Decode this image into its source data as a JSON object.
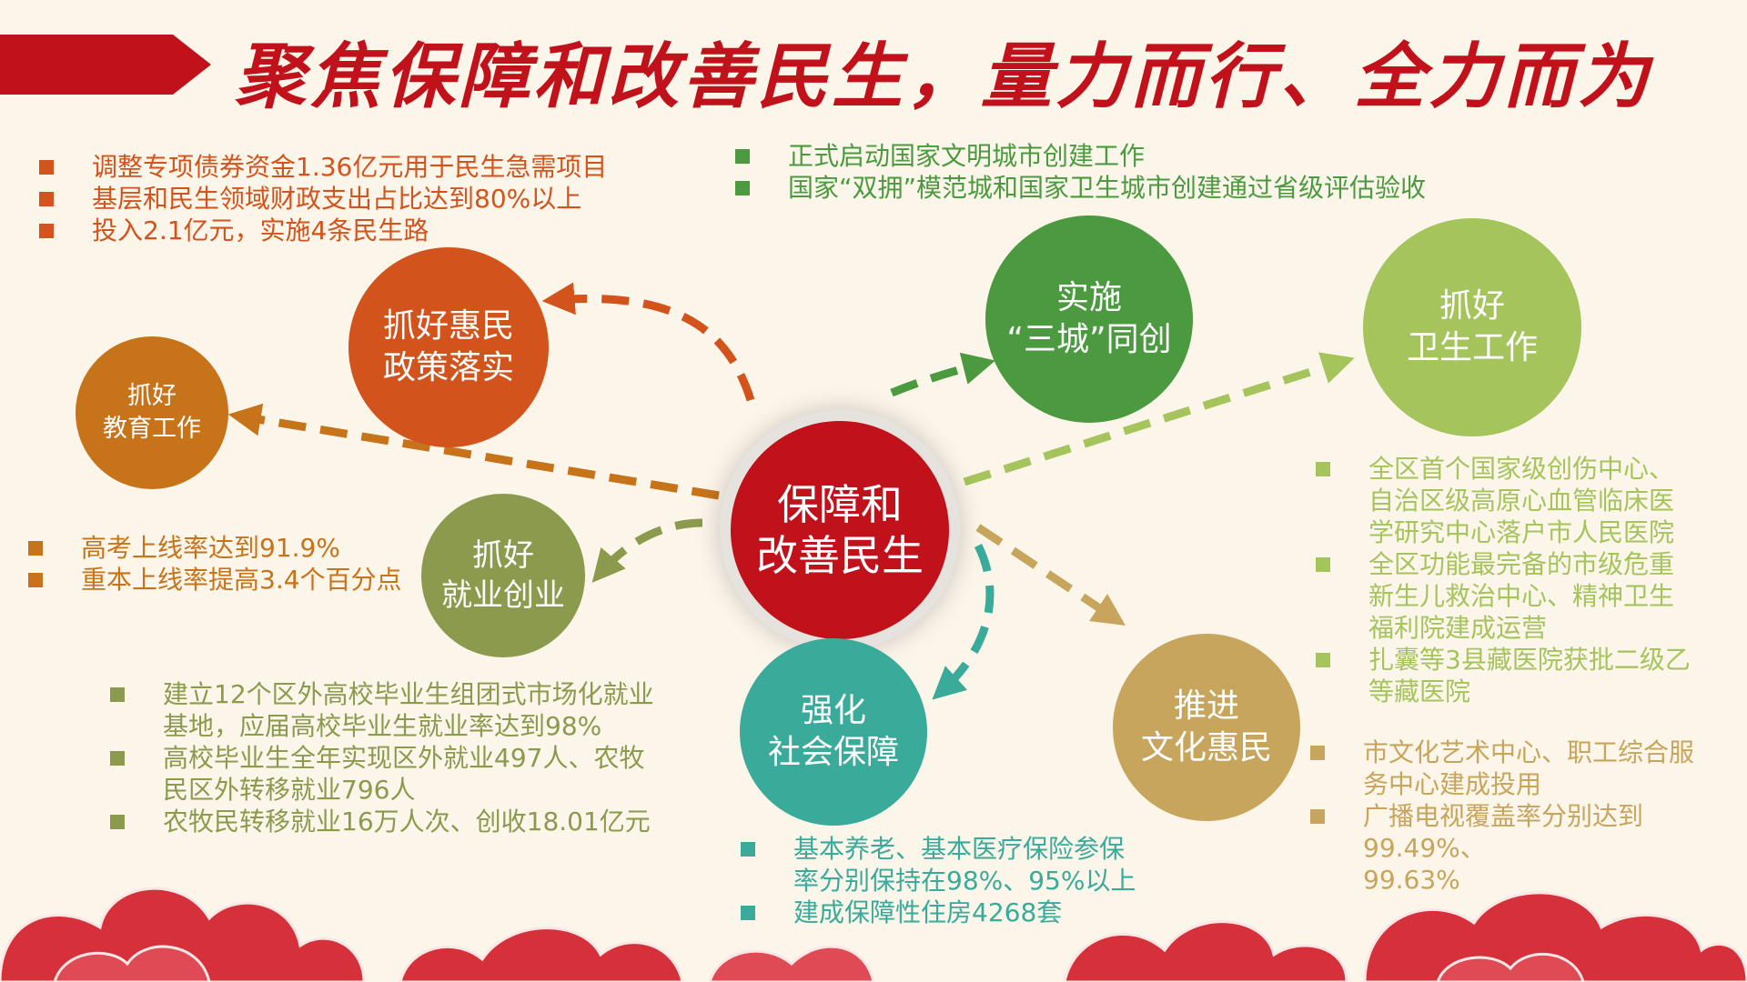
{
  "title": "聚焦保障和改善民生，量力而行、全力而为",
  "colors": {
    "title_red": "#c1121b",
    "orange": "#d2541c",
    "brown_orange": "#c7731a",
    "olive": "#8b9a4d",
    "dark_green": "#4b9a3f",
    "light_green": "#a5c45c",
    "teal": "#3aaa9a",
    "tan": "#c8a55c",
    "center_red": "#c1121b"
  },
  "center": {
    "label": "保障和\n改善民生"
  },
  "nodes": {
    "policy": {
      "label": "抓好惠民\n政策落实"
    },
    "education": {
      "label": "抓好\n教育工作"
    },
    "employment": {
      "label": "抓好\n就业创业"
    },
    "three_cities": {
      "label": "实施\n“三城”同创"
    },
    "health": {
      "label": "抓好\n卫生工作"
    },
    "social_security": {
      "label": "强化\n社会保障"
    },
    "culture": {
      "label": "推进\n文化惠民"
    }
  },
  "lists": {
    "policy": [
      "调整专项债券资金1.36亿元用于民生急需项目",
      "基层和民生领域财政支出占比达到80%以上",
      "投入2.1亿元，实施4条民生路"
    ],
    "three_cities": [
      "正式启动国家文明城市创建工作",
      "国家“双拥”模范城和国家卫生城市创建通过省级评估验收"
    ],
    "education": [
      "高考上线率达到91.9%",
      "重本上线率提高3.4个百分点"
    ],
    "employment": [
      "建立12个区外高校毕业生组团式市场化就业\n基地，应届高校毕业生就业率达到98%",
      "高校毕业生全年实现区外就业497人、农牧\n民区外转移就业796人",
      "农牧民转移就业16万人次、创收18.01亿元"
    ],
    "health": [
      "全区首个国家级创伤中心、\n自治区级高原心血管临床医\n学研究中心落户市人民医院",
      "全区功能最完备的市级危重\n新生儿救治中心、精神卫生\n福利院建成运营",
      "扎囊等3县藏医院获批二级乙\n等藏医院"
    ],
    "social_security": [
      "基本养老、基本医疗保险参保\n率分别保持在98%、95%以上",
      "建成保障性住房4268套"
    ],
    "culture": [
      "市文化艺术中心、职工综合服\n务中心建成投用",
      "广播电视覆盖率分别达到99.49%、\n99.63%"
    ]
  }
}
